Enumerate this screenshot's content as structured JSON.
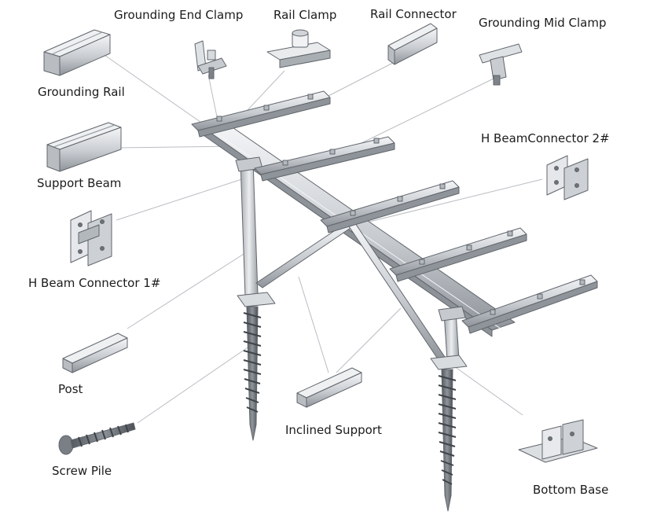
{
  "labels": {
    "grounding_end_clamp": "Grounding End Clamp",
    "rail_clamp": "Rail Clamp",
    "rail_connector": "Rail Connector",
    "grounding_mid_clamp": "Grounding Mid Clamp",
    "grounding_rail": "Grounding Rail",
    "support_beam": "Support Beam",
    "h_beam_connector_2": "H BeamConnector 2#",
    "h_beam_connector_1": "H Beam Connector 1#",
    "post": "Post",
    "inclined_support": "Inclined Support",
    "screw_pile": "Screw Pile",
    "bottom_base": "Bottom Base"
  },
  "colors": {
    "metal_light": "#eef0f2",
    "metal_mid": "#c9cdd2",
    "metal_dark": "#8d9298",
    "outline": "#5e636a",
    "leader": "#b7bbc0"
  }
}
